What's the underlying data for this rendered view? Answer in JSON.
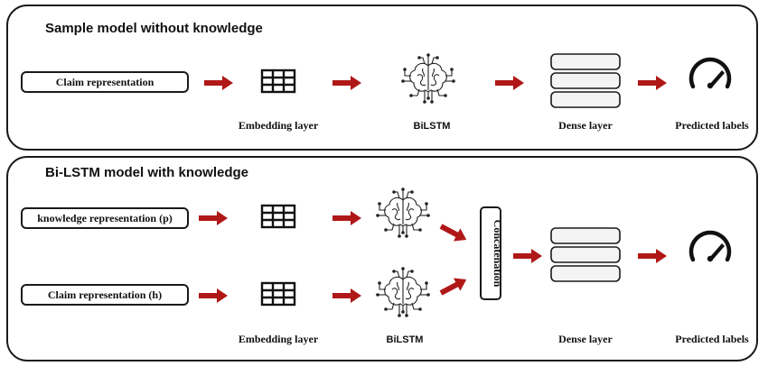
{
  "panels": {
    "top": {
      "title": "Sample model without knowledge",
      "input_label": "Claim representation",
      "captions": {
        "embedding": "Embedding layer",
        "bilstm": "BiLSTM",
        "dense": "Dense layer",
        "predicted": "Predicted labels"
      }
    },
    "bottom": {
      "title": "Bi-LSTM model with knowledge",
      "input_p_label": "knowledge representation (p)",
      "input_h_label": "Claim representation (h)",
      "concat_label": "Concatenation",
      "captions": {
        "embedding": "Embedding layer",
        "bilstm": "BiLSTM",
        "dense": "Dense layer",
        "predicted": "Predicted labels"
      }
    }
  },
  "icons": {
    "embedding": "grid-table-icon",
    "bilstm": "brain-circuit-icon",
    "dense": "stacked-layers-icon",
    "predicted": "speedometer-gauge-icon",
    "flow": "red-arrow-icon"
  },
  "colors": {
    "arrow": "#b01818",
    "outline": "#1a1a1a"
  }
}
